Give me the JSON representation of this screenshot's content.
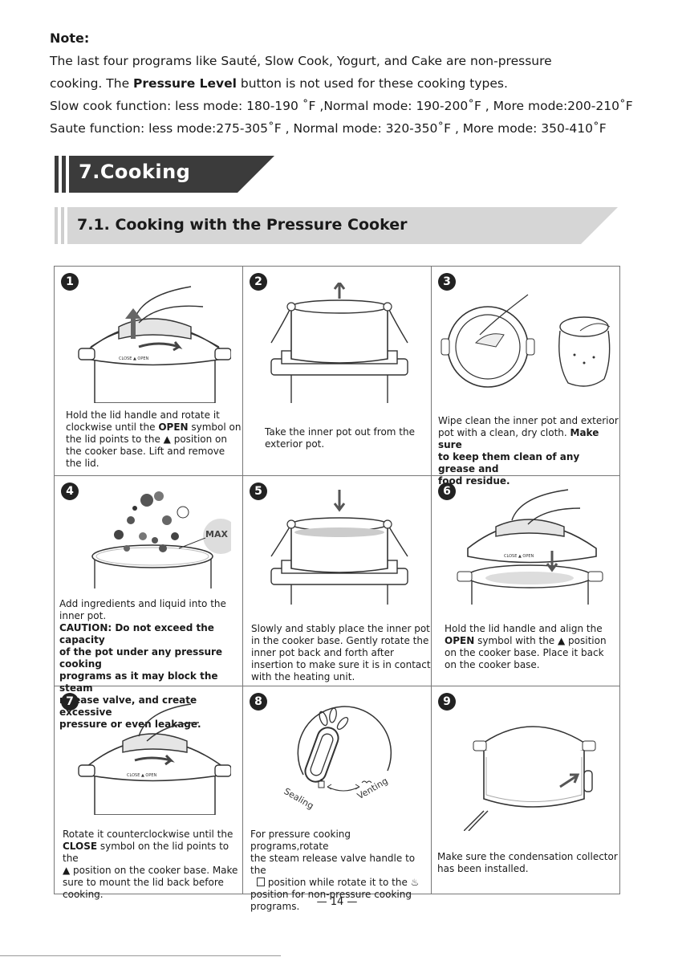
{
  "note": {
    "title": "Note:",
    "line1": "The last four programs like Sauté, Slow Cook, Yogurt, and Cake are non-pressure",
    "line2_a": "cooking.  The ",
    "line2_bold": "Pressure Level",
    "line2_b": " button is not used for these cooking types.",
    "line3": "Slow cook function: less mode: 180-190 ˚F ,Normal mode: 190-200˚F , More mode:200-210˚F",
    "line4": "Saute function: less mode:275-305˚F , Normal mode: 320-350˚F , More mode: 350-410˚F"
  },
  "section": {
    "title": "7.Cooking"
  },
  "subsection": {
    "title": "7.1. Cooking with the Pressure Cooker"
  },
  "steps": [
    {
      "num": "1",
      "t1": "Hold the lid handle and rotate it",
      "t2": "clockwise until the ",
      "t2b": "OPEN",
      "t2c": " symbol on",
      "t3": "the lid points to the ",
      "t3c": "  position on",
      "t4": "the cooker base. Lift  and remove",
      "t5": "the lid."
    },
    {
      "num": "2",
      "t1": "Take the inner pot out from the",
      "t2": "exterior pot."
    },
    {
      "num": "3",
      "t1": "Wipe clean the inner pot and exterior",
      "t2": "pot with a clean, dry cloth. ",
      "t2b": "Make sure",
      "t3b": "to keep them clean of any grease and",
      "t4b": "food residue."
    },
    {
      "num": "4",
      "t1": "Add ingredients and liquid into the",
      "t2": "inner pot.",
      "t3b": "CAUTION: Do not exceed the capacity",
      "t4b": "of the pot under any pressure cooking",
      "t5b": "programs as it may block the steam",
      "t6b": "release valve, and create excessive",
      "t7b": "pressure or even leakage.",
      "max": "MAX"
    },
    {
      "num": "5",
      "t1": "Slowly and stably place the inner pot",
      "t2": "in the cooker base. Gently rotate the",
      "t3": "inner pot back and forth after",
      "t4": "insertion to make sure it is in contact",
      "t5": "with the heating unit."
    },
    {
      "num": "6",
      "t1": "Hold the lid handle and align the",
      "t2b": "OPEN",
      "t2c": " symbol with the ",
      "t2d": "  position",
      "t3": "on the cooker base. Place it back",
      "t4": "on the cooker base."
    },
    {
      "num": "7",
      "t1": "Rotate it counterclockwise until the",
      "t2b": "CLOSE",
      "t2c": " symbol on the lid points to the",
      "t3c": "  position on the cooker base. Make",
      "t4": "sure to mount the lid back before",
      "t5": "cooking."
    },
    {
      "num": "8",
      "t1": "For pressure cooking programs,rotate",
      "t2": "the steam release valve handle to the",
      "t3c": "   position while rotate it to the ",
      "t4": "position for non-pressure cooking",
      "t5": "programs.",
      "sealing": "Sealing",
      "venting": "Venting"
    },
    {
      "num": "9",
      "t1": "Make sure the condensation collector",
      "t2": "has been installed."
    }
  ],
  "footer": {
    "page": "— 14 —"
  }
}
